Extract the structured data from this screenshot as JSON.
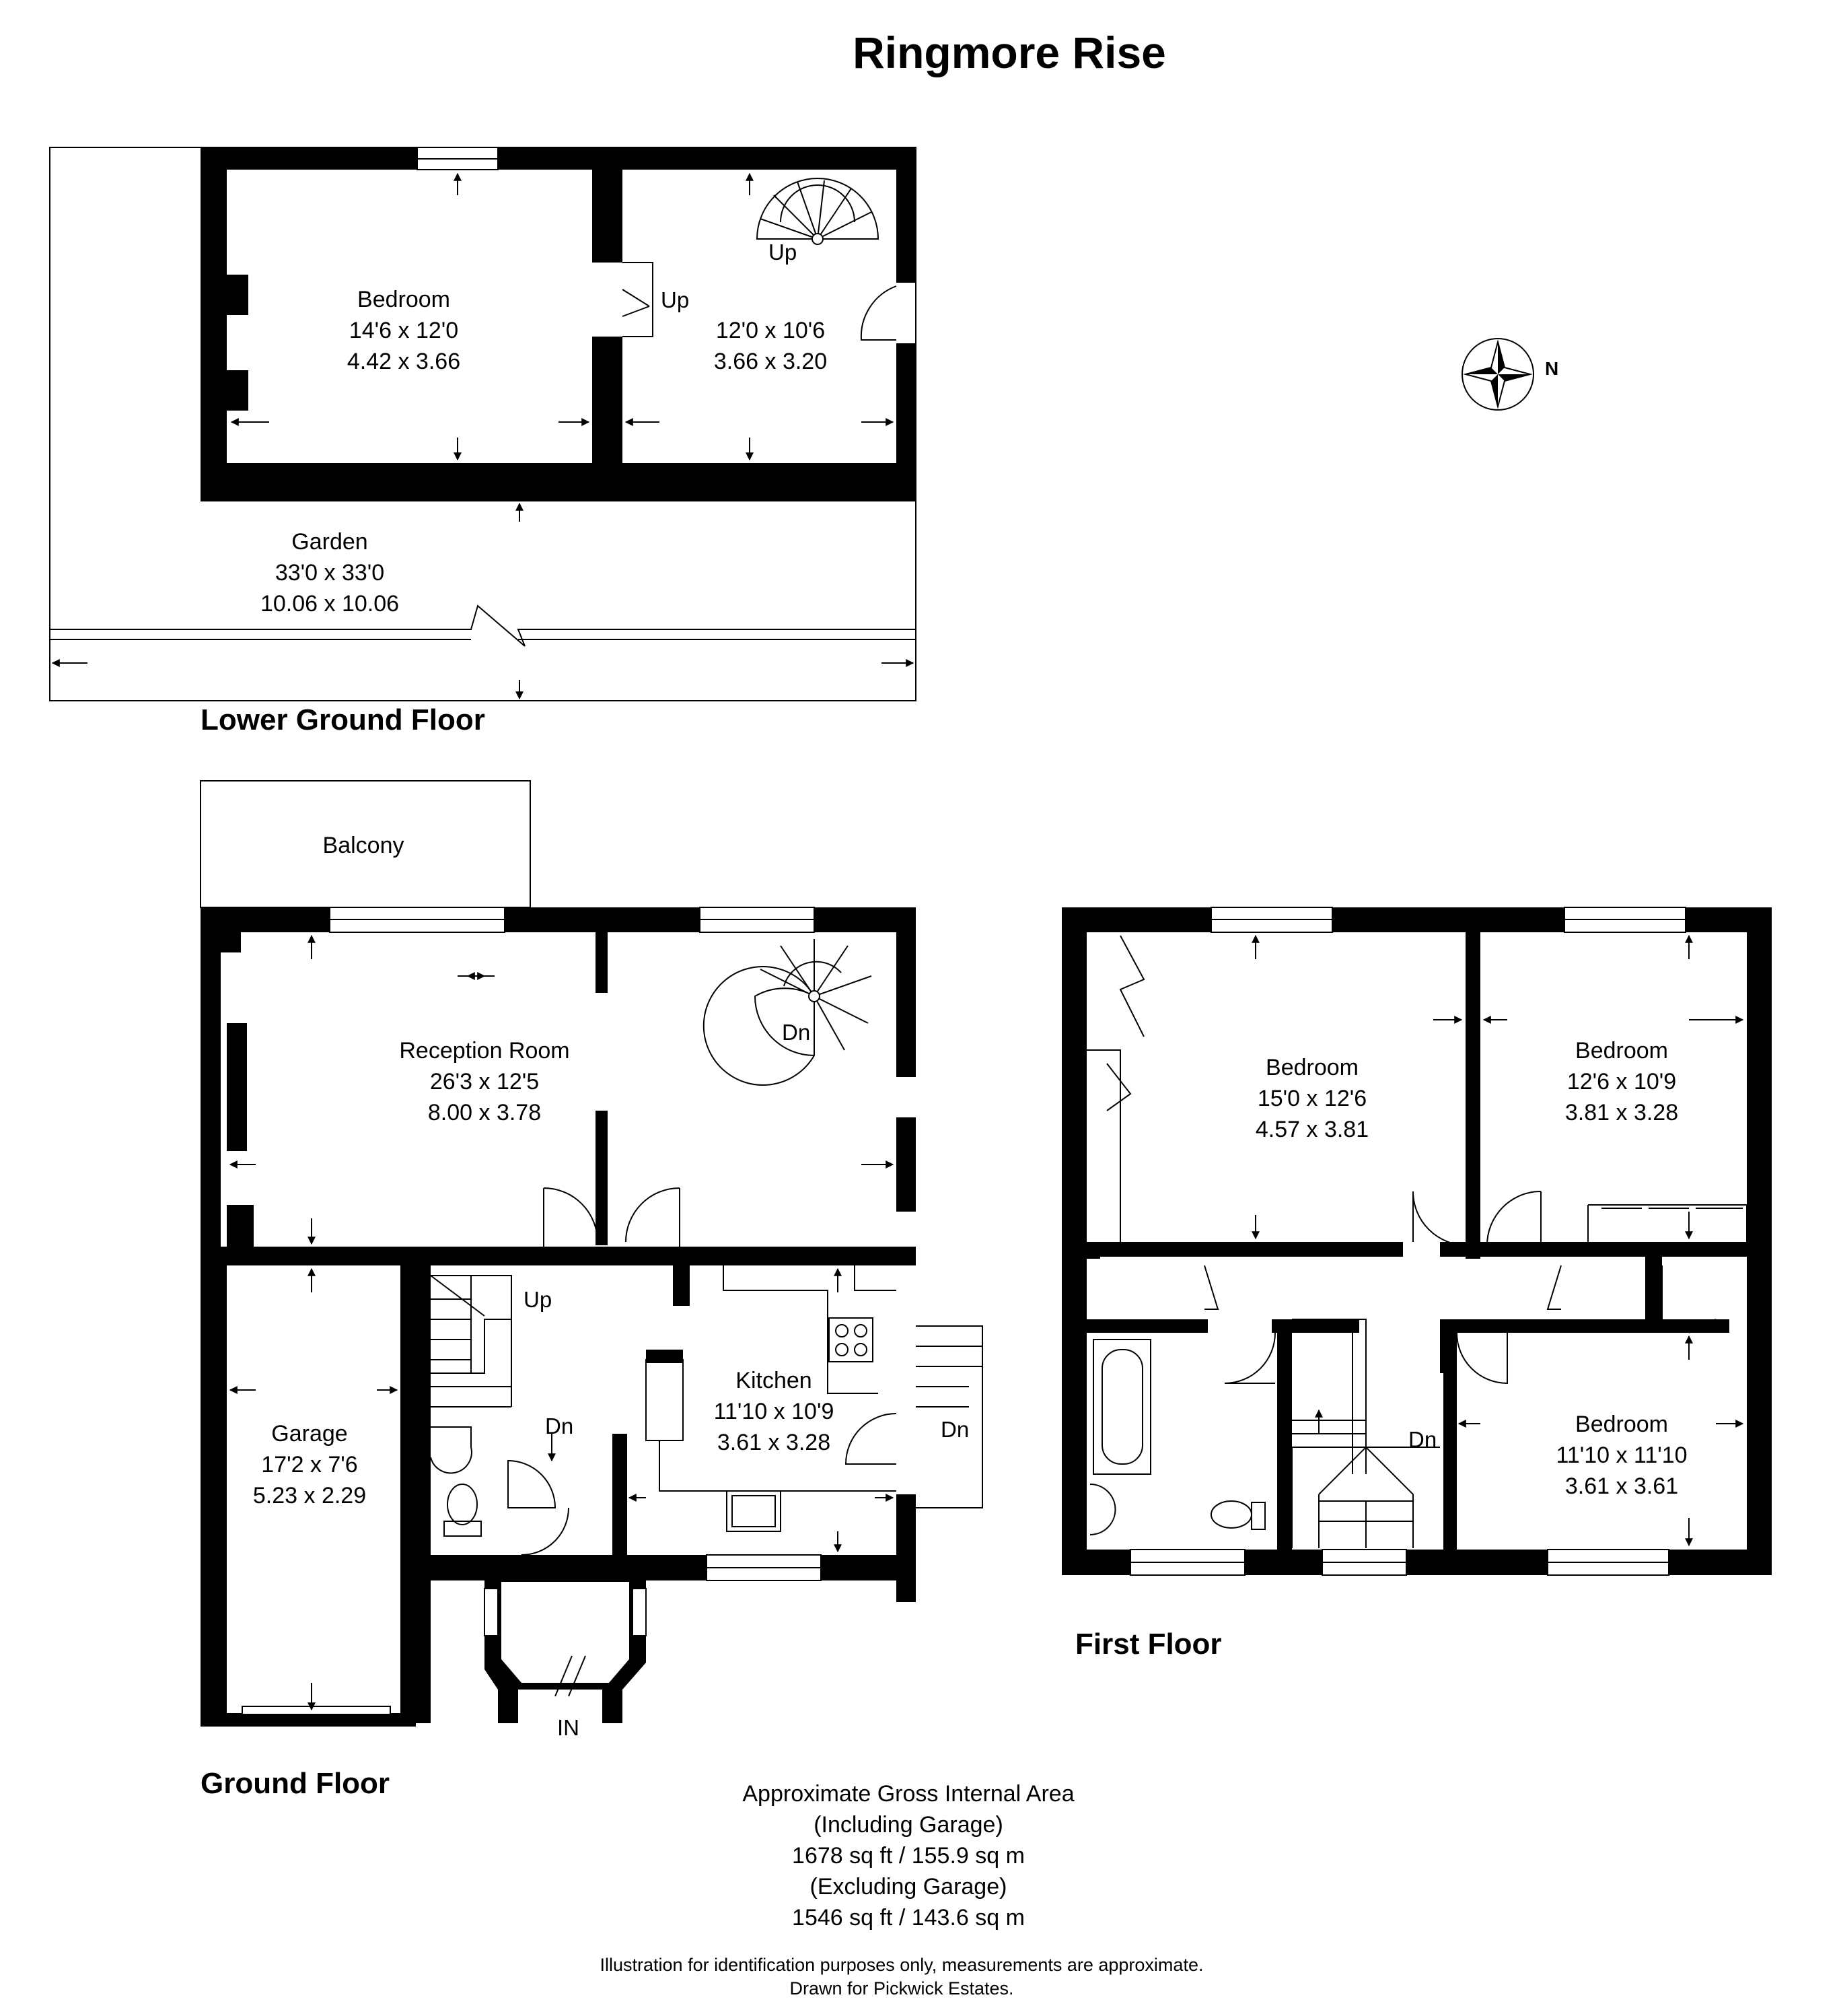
{
  "title": "Ringmore Rise",
  "compass": {
    "label": "N"
  },
  "floors": {
    "lower_ground": {
      "label": "Lower Ground Floor",
      "rooms": [
        {
          "name": "Bedroom",
          "imperial": "14'6 x 12'0",
          "metric": "4.42 x 3.66"
        },
        {
          "name": "",
          "imperial": "12'0 x 10'6",
          "metric": "3.66 x 3.20"
        },
        {
          "name": "Garden",
          "imperial": "33'0 x 33'0",
          "metric": "10.06 x 10.06"
        }
      ],
      "markers": [
        "Up",
        "Up"
      ]
    },
    "ground": {
      "label": "Ground Floor",
      "rooms": [
        {
          "name": "Balcony"
        },
        {
          "name": "Reception Room",
          "imperial": "26'3 x 12'5",
          "metric": "8.00 x 3.78"
        },
        {
          "name": "Kitchen",
          "imperial": "11'10 x 10'9",
          "metric": "3.61 x 3.28"
        },
        {
          "name": "Garage",
          "imperial": "17'2 x 7'6",
          "metric": "5.23 x 2.29"
        }
      ],
      "markers": [
        "Dn",
        "Up",
        "Dn",
        "Dn",
        "IN"
      ]
    },
    "first": {
      "label": "First Floor",
      "rooms": [
        {
          "name": "Bedroom",
          "imperial": "15'0 x 12'6",
          "metric": "4.57 x 3.81"
        },
        {
          "name": "Bedroom",
          "imperial": "12'6 x 10'9",
          "metric": "3.81 x 3.28"
        },
        {
          "name": "Bedroom",
          "imperial": "11'10 x 11'10",
          "metric": "3.61 x 3.61"
        }
      ],
      "markers": [
        "Dn"
      ]
    }
  },
  "area_summary": [
    "Approximate Gross Internal Area",
    "(Including Garage)",
    "1678 sq ft / 155.9 sq m",
    "(Excluding Garage)",
    "1546 sq ft / 143.6 sq m"
  ],
  "disclaimer": [
    "Illustration for identification purposes only, measurements are approximate.",
    "Drawn for Pickwick Estates."
  ]
}
